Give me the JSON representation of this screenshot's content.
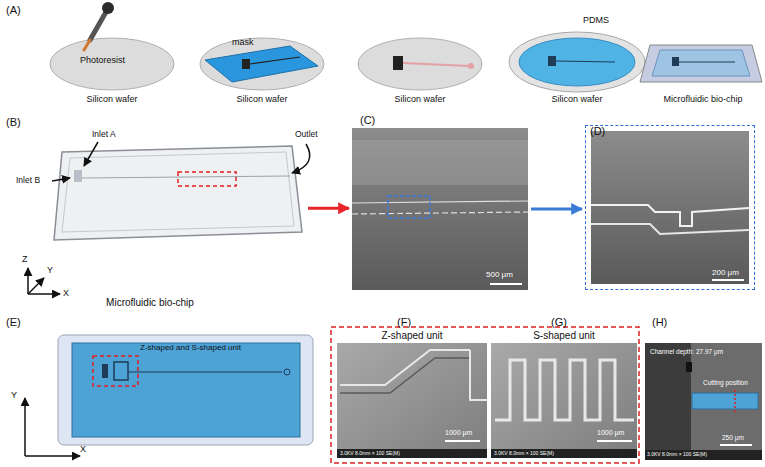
{
  "diagram": {
    "nodes": [
      {
        "text": [
          "Microfluidic bio-chip"
        ]
      },
      {
        "text": [
          "(C)",
          "500 μm"
        ]
      },
      {
        "text": [
          "(D)",
          "200 μm"
        ]
      },
      {
        "text": [
          "(F)",
          "Z-shaped unit",
          "1000 μm"
        ]
      },
      {
        "text": [
          "(G)",
          "S-shaped unit",
          "1000 μm"
        ]
      }
    ],
    "edges": [
      {
        "from": 0,
        "to": 1,
        "arrow": "to"
      },
      {
        "from": 1,
        "to": 2,
        "arrow": "to"
      }
    ],
    "labels": [
      "(A)",
      "Photoresist",
      "mask",
      "PDMS",
      "Silicon wafer",
      "Silicon wafer",
      "Silicon wafer",
      "Silicon wafer",
      "Microfluidic bio-chip",
      "(B)",
      "Inlet A",
      "Inlet B",
      "Outlet",
      "Z",
      "Y",
      "X",
      "(E)",
      "Z-shaped and S-shaped unit",
      "Y",
      "X",
      "3.0KV 8.0mm × 100 SE(M)",
      "3.0KV 8.0mm × 100 SE(M)",
      "(H)",
      "Channel depth: 27.97 μm",
      "Cutting position",
      "250 μm",
      "3.0KV 8.0mm × 100 SE(M)"
    ]
  }
}
